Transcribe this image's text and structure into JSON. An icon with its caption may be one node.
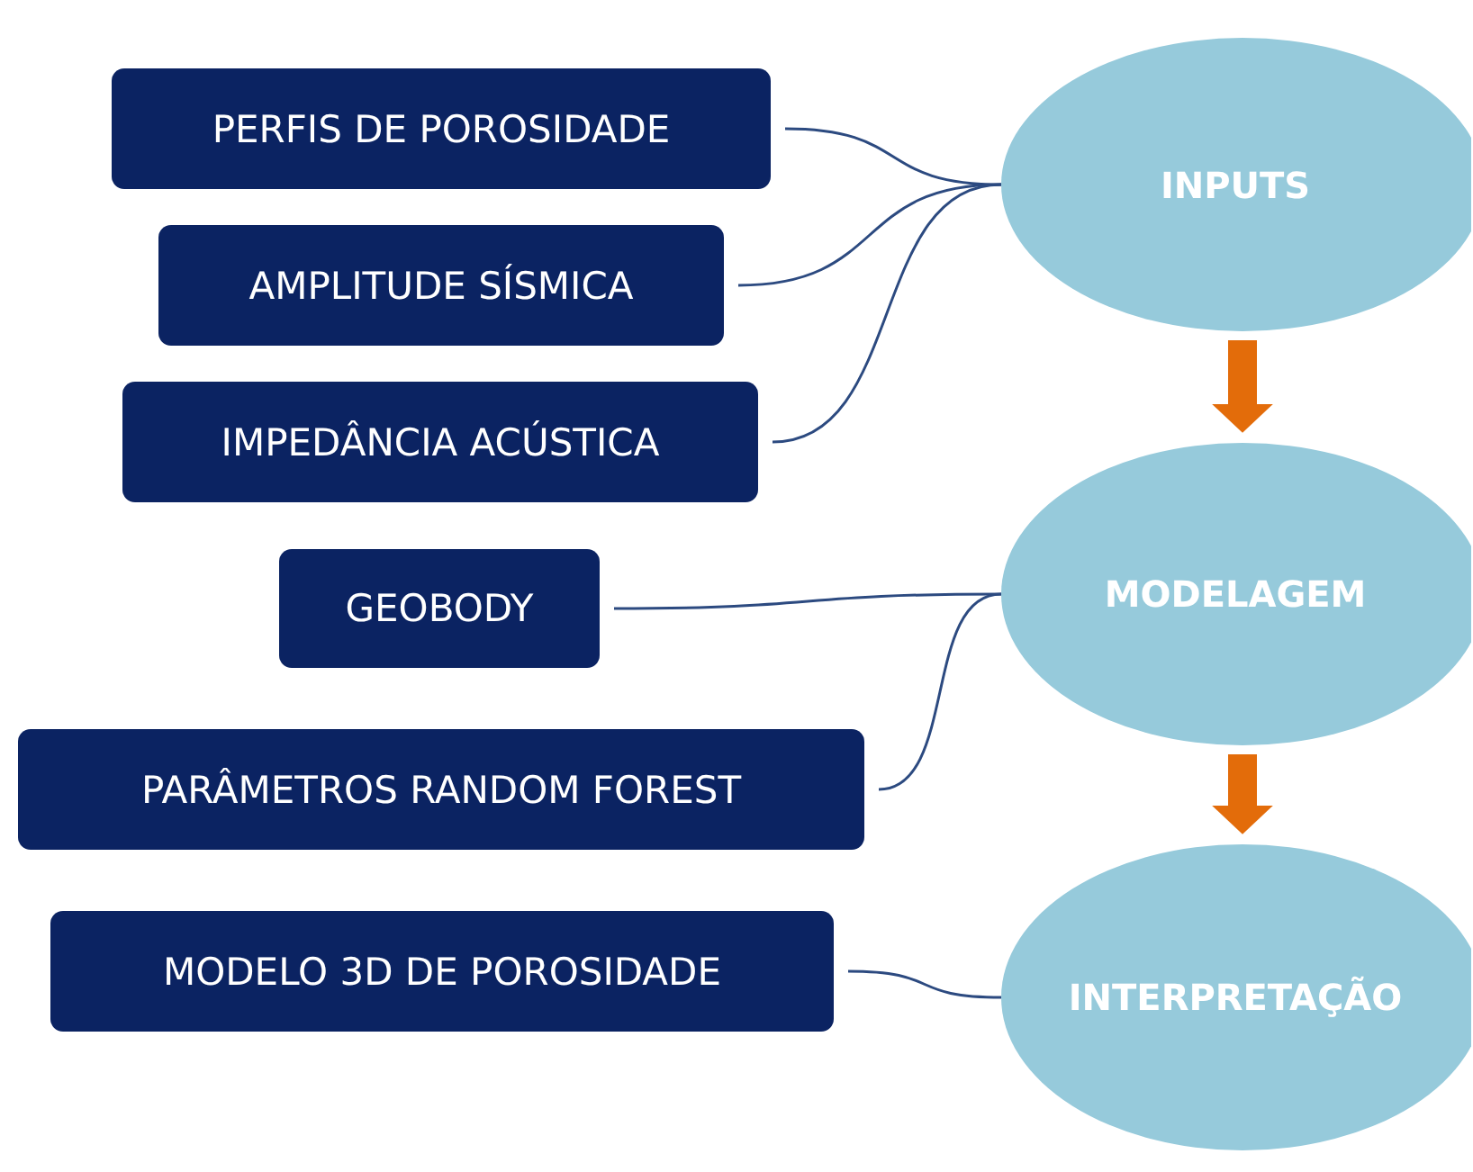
{
  "diagram": {
    "nodes": [
      {
        "text": [
          "PERFIS DE POROSIDADE"
        ]
      },
      {
        "text": [
          "INPUTS"
        ]
      },
      {
        "text": [
          "AMPLITUDE SÍSMICA"
        ]
      },
      {
        "text": [
          "IMPEDÂNCIA ACÚSTICA"
        ]
      },
      {
        "text": [
          "GEOBODY"
        ]
      },
      {
        "text": [
          "MODELAGEM"
        ]
      },
      {
        "text": [
          "PARÂMETROS RANDOM FOREST"
        ]
      },
      {
        "text": [
          "MODELO 3D DE POROSIDADE"
        ]
      },
      {
        "text": [
          "INTERPRETAÇÃO"
        ]
      }
    ],
    "edges": [
      {
        "from": 0,
        "to": 1,
        "arrow": "none"
      },
      {
        "from": 2,
        "to": 1,
        "arrow": "none"
      },
      {
        "from": 3,
        "to": 1,
        "arrow": "none"
      },
      {
        "from": 4,
        "to": 5,
        "arrow": "none"
      },
      {
        "from": 6,
        "to": 5,
        "arrow": "none"
      },
      {
        "from": 7,
        "to": 8,
        "arrow": "none"
      },
      {
        "from": 1,
        "to": 5,
        "arrow": "to",
        "style": "thick",
        "color": "#e36c0a"
      },
      {
        "from": 5,
        "to": 8,
        "arrow": "to",
        "style": "thick",
        "color": "#e36c0a"
      }
    ]
  }
}
